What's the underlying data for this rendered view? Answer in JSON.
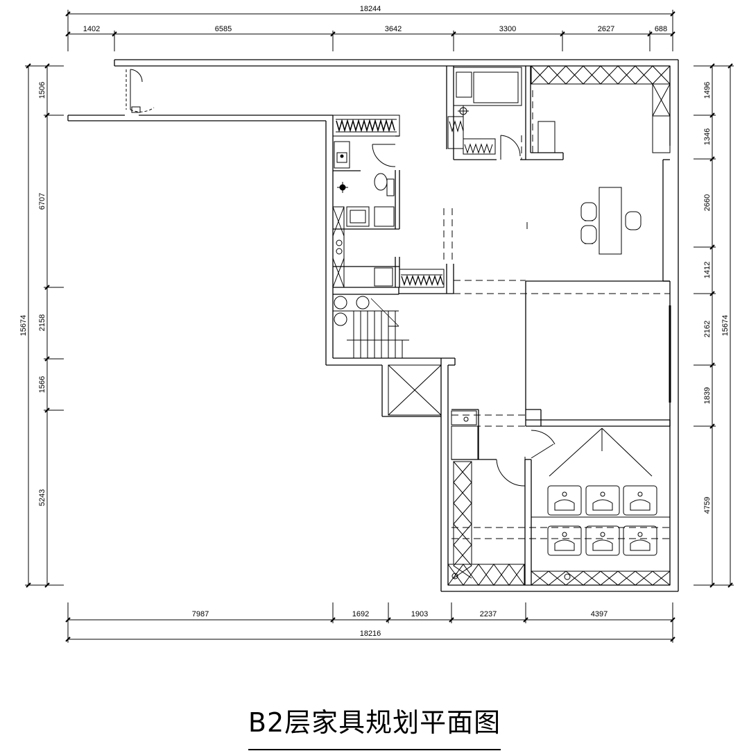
{
  "title": "B2层家具规划平面图",
  "dimensions": {
    "top_total": "18244",
    "top_segments": [
      "1402",
      "6585",
      "3642",
      "3300",
      "2627",
      "688"
    ],
    "bottom_total": "18216",
    "bottom_segments": [
      "7987",
      "1692",
      "1903",
      "2237",
      "4397"
    ],
    "left_total": "15674",
    "left_segments": [
      "1506",
      "6707",
      "2158",
      "1566",
      "5243"
    ],
    "right_total": "15674",
    "right_segments": [
      "1496",
      "1346",
      "2660",
      "1412",
      "2162",
      "1839",
      "4759"
    ]
  }
}
